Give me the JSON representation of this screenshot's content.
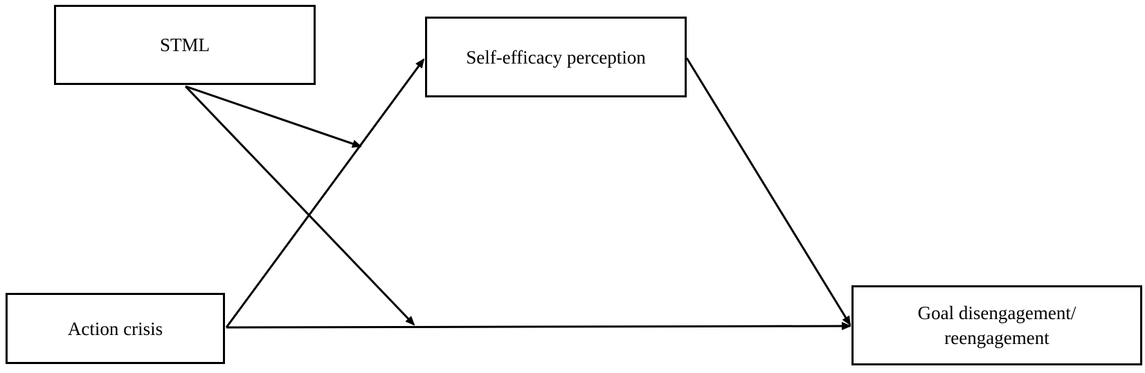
{
  "diagram": {
    "nodes": {
      "stml": {
        "label": "STML"
      },
      "self_efficacy": {
        "label": "Self-efficacy perception"
      },
      "action_crisis": {
        "label": "Action crisis"
      },
      "goal": {
        "label": "Goal disengagement/\nreengagement"
      }
    },
    "edges": [
      {
        "from": "action_crisis",
        "to": "self_efficacy"
      },
      {
        "from": "self_efficacy",
        "to": "goal"
      },
      {
        "from": "action_crisis",
        "to": "goal"
      },
      {
        "from": "stml",
        "to": "action_crisis->self_efficacy"
      },
      {
        "from": "stml",
        "to": "action_crisis->goal"
      }
    ],
    "line_color": "#000000"
  }
}
